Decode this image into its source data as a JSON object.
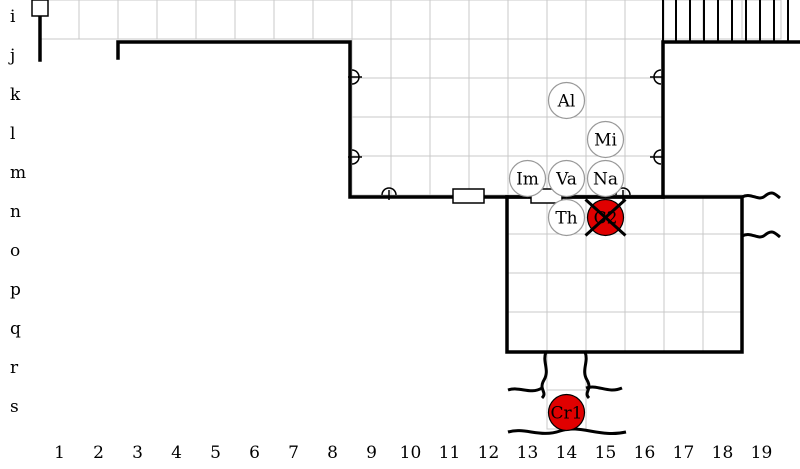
{
  "map": {
    "row_labels": [
      "i",
      "j",
      "k",
      "l",
      "m",
      "n",
      "o",
      "p",
      "q",
      "r",
      "s"
    ],
    "col_labels": [
      "1",
      "2",
      "3",
      "4",
      "5",
      "6",
      "7",
      "8",
      "9",
      "10",
      "11",
      "12",
      "13",
      "14",
      "15",
      "16",
      "17",
      "18",
      "19"
    ]
  },
  "tokens": [
    {
      "id": "al",
      "label": "Al",
      "col": 14,
      "row": "k",
      "type": "ally"
    },
    {
      "id": "mi",
      "label": "Mi",
      "col": 15,
      "row": "l",
      "type": "ally"
    },
    {
      "id": "im",
      "label": "Im",
      "col": 13,
      "row": "m",
      "type": "ally"
    },
    {
      "id": "va",
      "label": "Va",
      "col": 14,
      "row": "m",
      "type": "ally"
    },
    {
      "id": "na",
      "label": "Na",
      "col": 15,
      "row": "m",
      "type": "ally"
    },
    {
      "id": "th",
      "label": "Th",
      "col": 14,
      "row": "n",
      "type": "ally"
    },
    {
      "id": "c2",
      "label": "C2",
      "col": 15,
      "row": "n",
      "type": "enemy",
      "defeated": true
    },
    {
      "id": "cr1",
      "label": "Cr1",
      "col": 14,
      "row": "s",
      "type": "enemy"
    }
  ],
  "colors": {
    "enemy": "#e00000",
    "ally": "#ffffff",
    "wall": "#000000",
    "grid": "#c8c8c8"
  }
}
